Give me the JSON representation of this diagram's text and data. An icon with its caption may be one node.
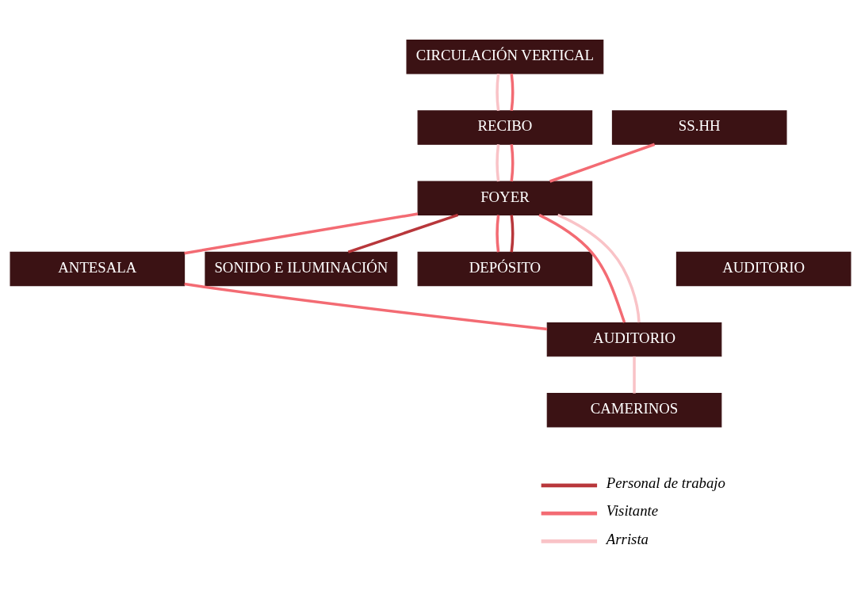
{
  "diagram": {
    "nodes": [
      {
        "text": [
          "CIRCULACIÓN VERTICAL"
        ]
      },
      {
        "text": [
          "RECIBO"
        ]
      },
      {
        "text": [
          "SS.HH"
        ]
      },
      {
        "text": [
          "FOYER"
        ]
      },
      {
        "text": [
          "AUDITORIO"
        ]
      },
      {
        "text": [
          "ANTESALA"
        ]
      },
      {
        "text": [
          "SONIDO E ILUMINACIÓN"
        ]
      },
      {
        "text": [
          "DEPÓSITO"
        ]
      },
      {
        "text": [
          "AUDITORIO"
        ]
      },
      {
        "text": [
          "CAMERINOS"
        ]
      }
    ],
    "edges": [
      {
        "from": 0,
        "to": 1,
        "arrow": "none",
        "color": "#f9c3c7"
      },
      {
        "from": 0,
        "to": 1,
        "arrow": "none",
        "color": "#f36b73"
      },
      {
        "from": 1,
        "to": 3,
        "arrow": "none",
        "color": "#f9c3c7"
      },
      {
        "from": 1,
        "to": 3,
        "arrow": "none",
        "color": "#f36b73"
      },
      {
        "from": 3,
        "to": 2,
        "arrow": "none",
        "color": "#f36b73"
      },
      {
        "from": 3,
        "to": 7,
        "arrow": "none",
        "color": "#f36b73"
      },
      {
        "from": 3,
        "to": 7,
        "arrow": "none",
        "color": "#b8373b"
      },
      {
        "from": 3,
        "to": 6,
        "arrow": "none",
        "color": "#b8373b"
      },
      {
        "from": 3,
        "to": 5,
        "arrow": "none",
        "color": "#f36b73"
      },
      {
        "from": 3,
        "to": 8,
        "arrow": "none",
        "color": "#f36b73"
      },
      {
        "from": 3,
        "to": 8,
        "arrow": "none",
        "color": "#f9c3c7"
      },
      {
        "from": 5,
        "to": 8,
        "arrow": "none",
        "color": "#f36b73"
      },
      {
        "from": 8,
        "to": 9,
        "arrow": "none",
        "color": "#f9c3c7"
      }
    ],
    "legend": [
      {
        "text": "Personal de trabajo",
        "color": "#b8373b"
      },
      {
        "text": "Visitante",
        "color": "#f36b73"
      },
      {
        "text": "Arrista",
        "color": "#f9c3c7"
      }
    ]
  }
}
